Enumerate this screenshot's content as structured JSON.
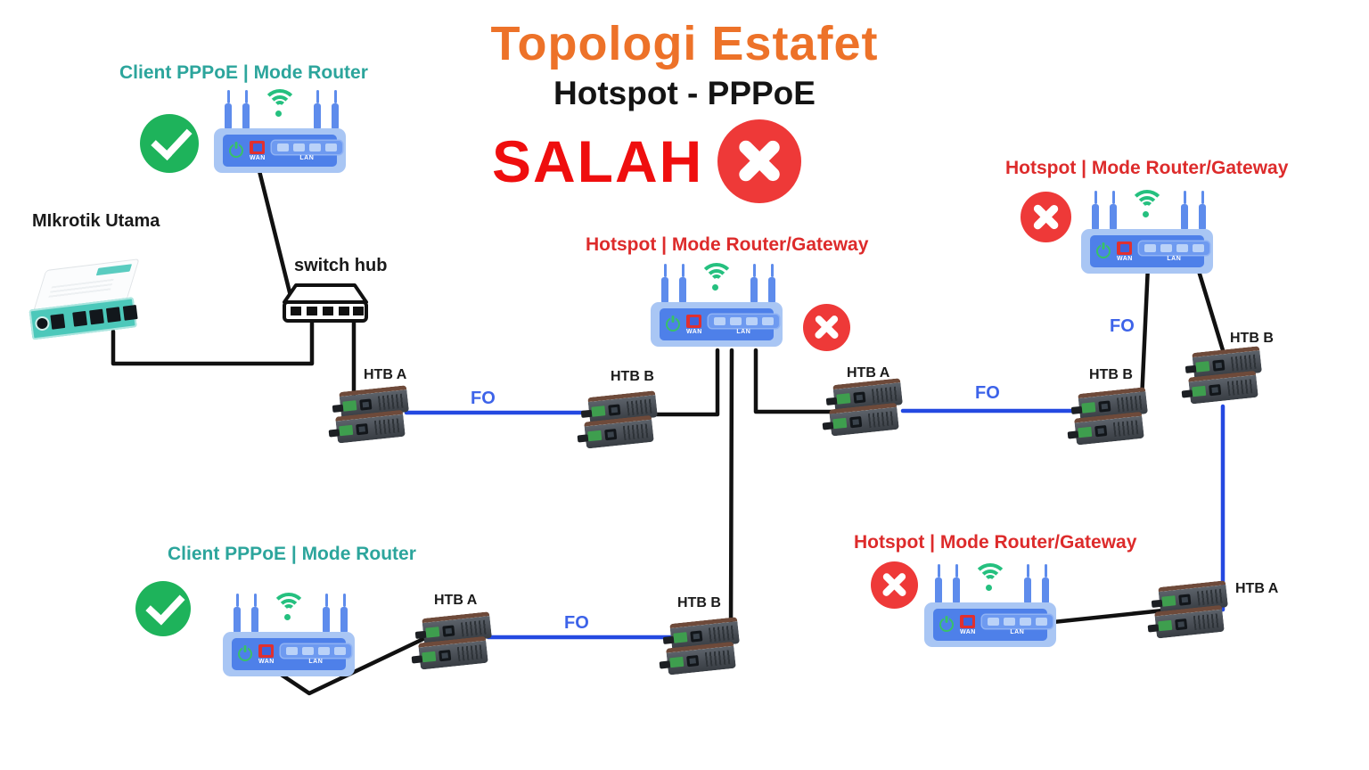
{
  "header": {
    "title": "Topologi Estafet",
    "subtitle": "Hotspot - PPPoE",
    "verdict": "SALAH"
  },
  "labels": {
    "client_mode": "Client PPPoE | Mode Router",
    "hotspot_mode": "Hotspot | Mode Router/Gateway",
    "mikrotik_main": "MIkrotik Utama",
    "switch_hub": "switch hub",
    "htb_a": "HTB A",
    "htb_b": "HTB B",
    "fo": "FO",
    "wan": "WAN",
    "lan": "LAN"
  },
  "icons": {
    "correct": "green-check-circle",
    "wrong": "red-cross-circle",
    "wifi": "green-wifi-signal",
    "power": "green-power-symbol"
  },
  "colors": {
    "title_orange": "#ED7229",
    "salah_red": "#EF0E0E",
    "hotspot_label_red": "#DD2B2B",
    "client_label_teal": "#2CA59C",
    "ok_green": "#1EB35B",
    "error_red": "#EE3938",
    "fiber_blue": "#2449E1",
    "cable_black": "#111111",
    "router_body_blue": "#A9C6F4",
    "router_panel_blue": "#4E80E9",
    "mikrotik_teal": "#4CC8BA"
  },
  "connections": [
    {
      "from": "client-router-top WAN",
      "to": "switch-hub",
      "type": "UTP"
    },
    {
      "from": "mikrotik-utama",
      "to": "switch-hub",
      "type": "UTP"
    },
    {
      "from": "switch-hub",
      "to": "htb-a-1",
      "type": "UTP"
    },
    {
      "from": "htb-a-1",
      "to": "htb-b-1",
      "type": "FO"
    },
    {
      "from": "htb-b-1",
      "to": "hotspot-router-mid LAN",
      "type": "UTP"
    },
    {
      "from": "hotspot-router-mid LAN",
      "to": "htb-b-4",
      "type": "UTP"
    },
    {
      "from": "hotspot-router-mid LAN",
      "to": "htb-a-2",
      "type": "UTP"
    },
    {
      "from": "htb-a-2",
      "to": "htb-b-2",
      "type": "FO"
    },
    {
      "from": "htb-b-2",
      "to": "hotspot-router-topright LAN",
      "type": "UTP"
    },
    {
      "from": "hotspot-router-topright LAN",
      "to": "htb-b-3",
      "type": "UTP"
    },
    {
      "from": "htb-b-3",
      "to": "htb-a-3",
      "type": "FO"
    },
    {
      "from": "htb-a-3",
      "to": "hotspot-router-bottomright LAN",
      "type": "UTP"
    },
    {
      "from": "htb-a-4",
      "to": "htb-b-4",
      "type": "FO"
    },
    {
      "from": "client-router-bottom WAN",
      "to": "htb-a-4",
      "type": "UTP"
    }
  ]
}
